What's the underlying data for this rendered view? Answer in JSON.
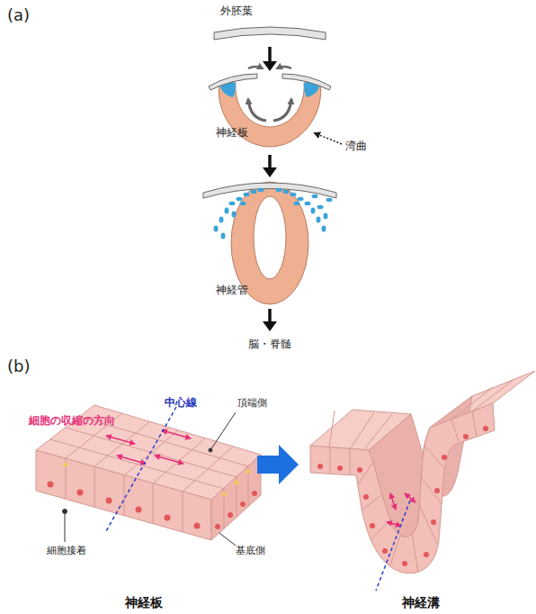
{
  "diagram": {
    "labels": [
      "(a)",
      "外胚葉",
      "神経板",
      "湾曲",
      "神経管",
      "脳・脊髄",
      "(b)",
      "中心線",
      "頂端側",
      "細胞の収縮の方向",
      "細胞接着",
      "基底側",
      "神経板",
      "神経溝"
    ]
  }
}
